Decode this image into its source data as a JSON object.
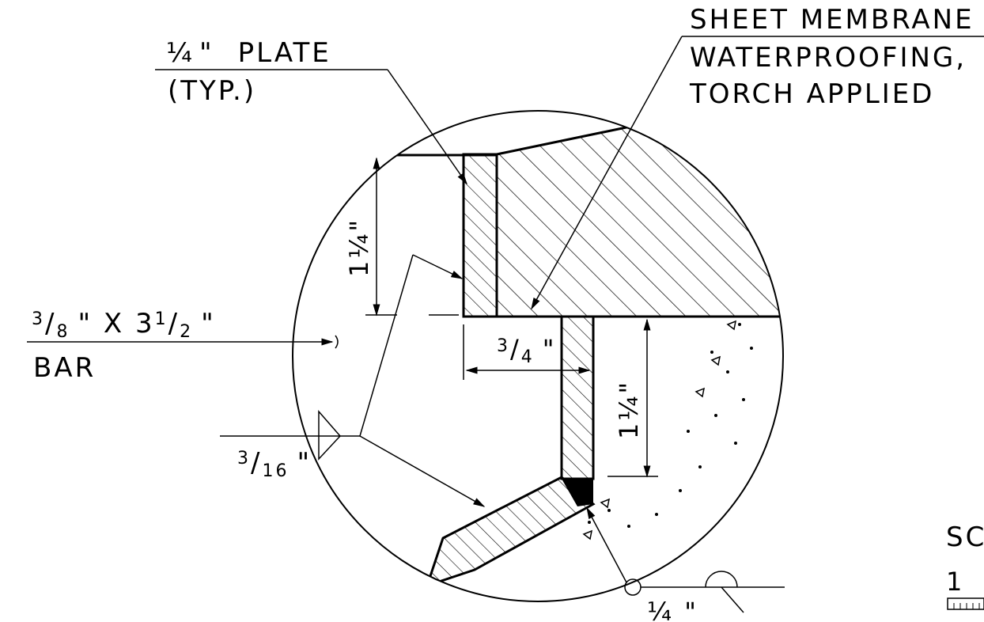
{
  "labels": {
    "plate_frac": "¼",
    "plate_unit": "\"",
    "plate_word": "PLATE",
    "plate_typ": "(TYP.)",
    "membrane_1": "SHEET MEMBRANE",
    "membrane_2": "WATERPROOFING,",
    "membrane_3": "TORCH APPLIED",
    "bar_a_num": "3",
    "bar_a_den": "8",
    "bar_mid": "\" X 3",
    "bar_b_num": "1",
    "bar_b_den": "2",
    "bar_end": "\"",
    "bar_word": "BAR",
    "weld_num": "3",
    "weld_den": "16",
    "weld_unit": "\"",
    "dim_vert_left": "1¼\"",
    "dim_vert_right": "1¼\"",
    "dim_horiz_num": "3",
    "dim_horiz_den": "4",
    "dim_horiz_unit": "\"",
    "weld2_text": "¼ \"",
    "scale_partial": "SC",
    "scale_one": "1"
  }
}
